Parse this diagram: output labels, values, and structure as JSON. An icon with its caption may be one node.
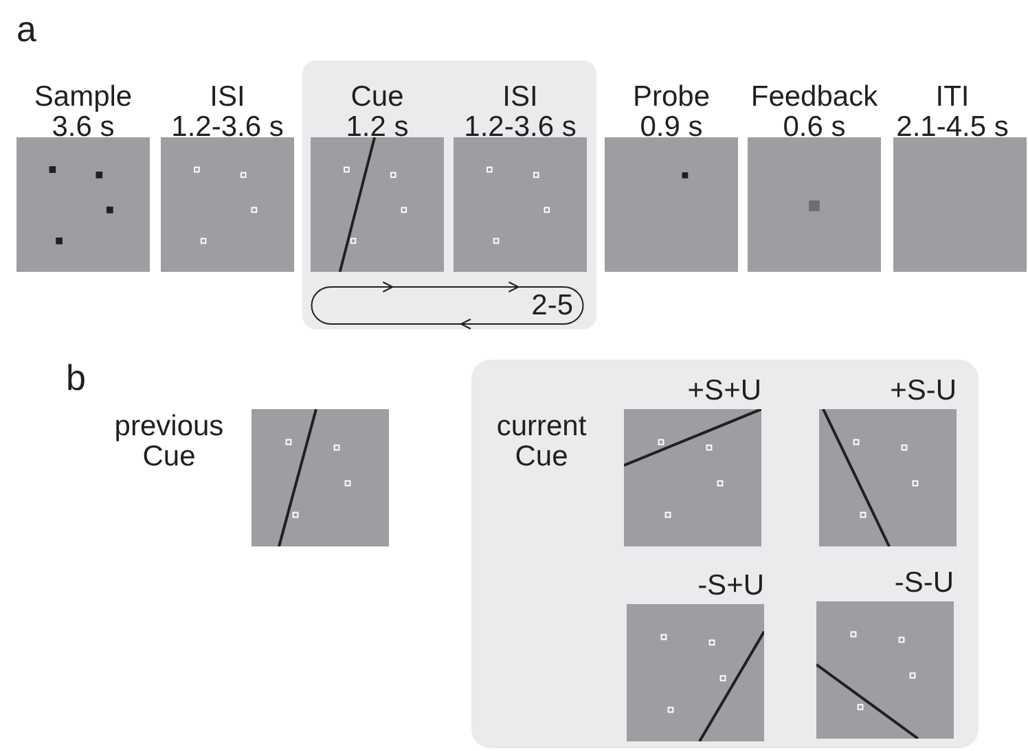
{
  "diagram": {
    "nodes": [
      {
        "text": [
          "Sample",
          "3.6 s"
        ]
      },
      {
        "text": [
          "ISI",
          "1.2-3.6 s"
        ]
      },
      {
        "text": [],
        "shape": "box"
      },
      {
        "text": [
          "Cue",
          "1.2 s"
        ],
        "in": 2
      },
      {
        "text": [
          "ISI",
          "1.2-3.6 s"
        ],
        "in": 2
      },
      {
        "text": [
          "2-5"
        ],
        "in": 2
      },
      {
        "text": [
          "Probe",
          "0.9 s"
        ]
      },
      {
        "text": [
          "Feedback",
          "0.6 s"
        ]
      },
      {
        "text": [
          "ITI",
          "2.1-4.5 s"
        ]
      },
      {
        "text": [
          "previous Cue"
        ]
      },
      {
        "text": [
          "current Cue"
        ]
      },
      {
        "text": [
          "+S+U"
        ],
        "in": 10
      },
      {
        "text": [
          "+S-U"
        ],
        "in": 10
      },
      {
        "text": [
          "-S+U"
        ],
        "in": 10
      },
      {
        "text": [
          "-S-U"
        ],
        "in": 10
      }
    ],
    "labels": [
      "a",
      "b"
    ]
  }
}
